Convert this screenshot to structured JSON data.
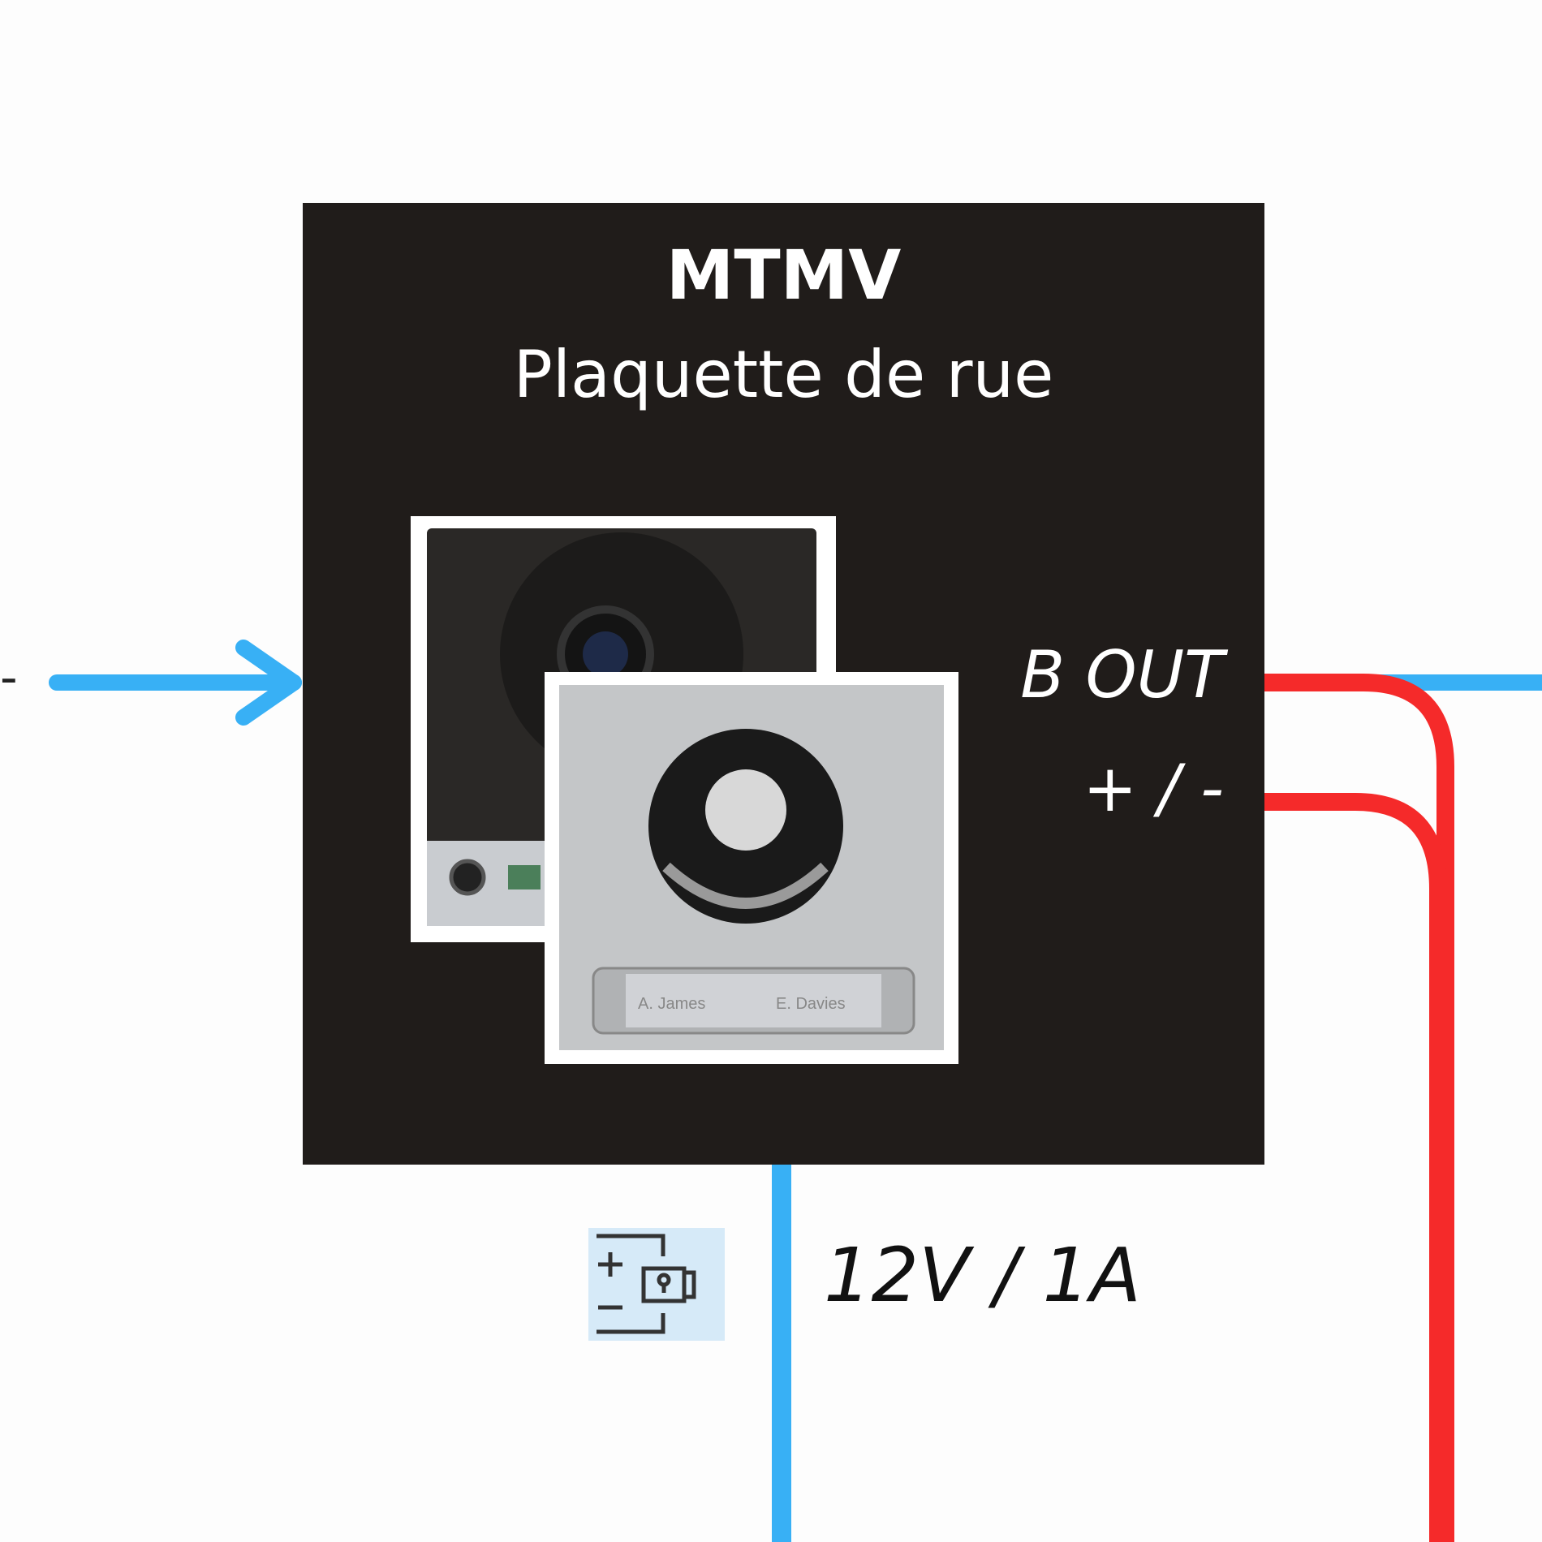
{
  "device": {
    "title": "MTMV",
    "subtitle": "Plaquette de rue",
    "port_label": "B OUT",
    "polarity_label": "+ / -",
    "nameplate_left": "A. James",
    "nameplate_right": "E. Davies"
  },
  "left_terminal": "-",
  "power": {
    "label": "12V / 1A",
    "icon": "power-supply-lock-icon"
  },
  "colors": {
    "blue": "#38b0f5",
    "red": "#f52a2a",
    "box": "#201c1a",
    "icon_bg": "#d6eaf8"
  }
}
